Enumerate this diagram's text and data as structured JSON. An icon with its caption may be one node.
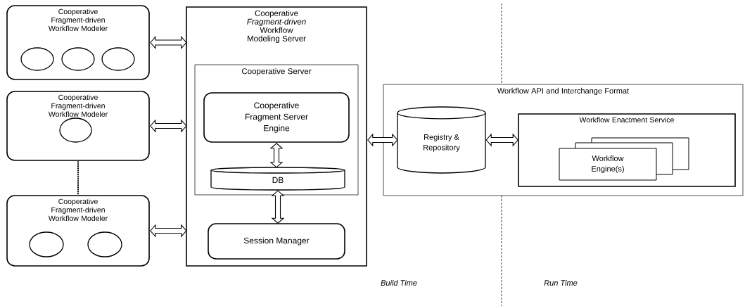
{
  "diagram": {
    "nodes": [
      {
        "text": [
          "Cooperative Fragment-driven Workflow Modeler"
        ]
      },
      {
        "text": [],
        "shape": "ellipse",
        "in": 0
      },
      {
        "text": [],
        "shape": "ellipse",
        "in": 0
      },
      {
        "text": [],
        "shape": "ellipse",
        "in": 0
      },
      {
        "text": [
          "Cooperative Fragment-driven Workflow Modeler"
        ]
      },
      {
        "text": [],
        "shape": "ellipse",
        "in": 4
      },
      {
        "text": [
          "Cooperative Fragment-driven Workflow Modeler"
        ]
      },
      {
        "text": [],
        "shape": "ellipse",
        "in": 6
      },
      {
        "text": [],
        "shape": "ellipse",
        "in": 6
      },
      {
        "text": [
          "Cooperative *Fragment-driven* Workflow Modeling Server"
        ]
      },
      {
        "text": [
          "Cooperative Server"
        ],
        "in": 9
      },
      {
        "text": [
          "Cooperative Fragment Server Engine"
        ],
        "in": 10
      },
      {
        "text": [
          "DB"
        ],
        "in": 10
      },
      {
        "text": [
          "Session Manager"
        ],
        "in": 9
      },
      {
        "text": [
          "Workflow API and Interchange Format"
        ]
      },
      {
        "text": [
          "Registry & Repository"
        ],
        "in": 14
      },
      {
        "text": [
          "Workflow Enactment Service"
        ],
        "in": 14
      },
      {
        "text": [
          "Workflow Engine(s)"
        ],
        "in": 16
      }
    ],
    "edges": [
      {
        "from": 0,
        "to": 9,
        "arrow": "both"
      },
      {
        "from": 4,
        "to": 9,
        "arrow": "both"
      },
      {
        "from": 6,
        "to": 9,
        "arrow": "both"
      },
      {
        "from": 11,
        "to": 12,
        "arrow": "both"
      },
      {
        "from": 12,
        "to": 13,
        "arrow": "both"
      },
      {
        "from": 9,
        "to": 15,
        "arrow": "both"
      },
      {
        "from": 15,
        "to": 16,
        "arrow": "both"
      },
      {
        "from": 4,
        "to": 6,
        "arrow": "none",
        "style": "dashed"
      }
    ],
    "labels": [
      "Build Time",
      "Run Time"
    ]
  }
}
